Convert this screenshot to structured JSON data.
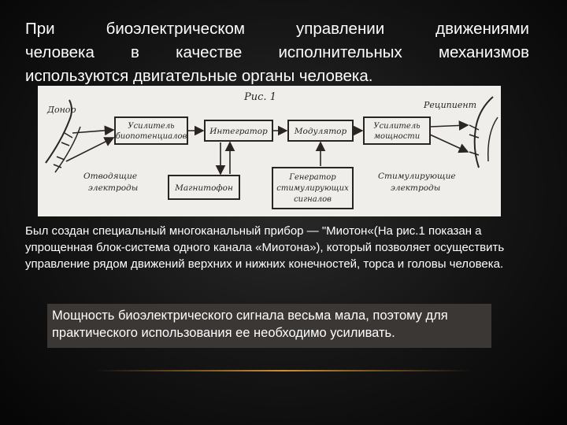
{
  "slide": {
    "intro": {
      "line1": "При биоэлектрическом управлении движениями",
      "line2": "человека в качестве исполнительных механизмов",
      "line3": "используются двигательные органы человека."
    },
    "figure": {
      "caption": "Рис. 1",
      "donor": "Донор",
      "recipient": "Реципиент",
      "box_amp_bio": [
        "Усилитель",
        "биопотенциалов"
      ],
      "box_integrator": "Интегратор",
      "box_modulator": "Модулятор",
      "box_amp_power": [
        "Усилитель",
        "мощности"
      ],
      "box_recorder": "Магнитофон",
      "box_generator": [
        "Генератор",
        "стимулирующих",
        "сигналов"
      ],
      "label_out_electrodes": [
        "Отводящие",
        "электроды"
      ],
      "label_stim_electrodes": [
        "Стимулирующие",
        "электроды"
      ]
    },
    "description": "Был создан специальный многоканальный прибор — \"Миотон«(На рис.1 показан а упрощенная блок-система одного канала «Миотона»), который позволяет осуществить управление рядом движений верхних и нижних конечностей, торса и головы человека.",
    "note": "Мощность биоэлектрического сигнала весьма мала, поэтому для практического использования ее необходимо усиливать.",
    "colors": {
      "background": "#1a1a1a",
      "figure_bg": "#efeeea",
      "note_bg": "#3a3735",
      "divider": "#f0a537"
    }
  }
}
